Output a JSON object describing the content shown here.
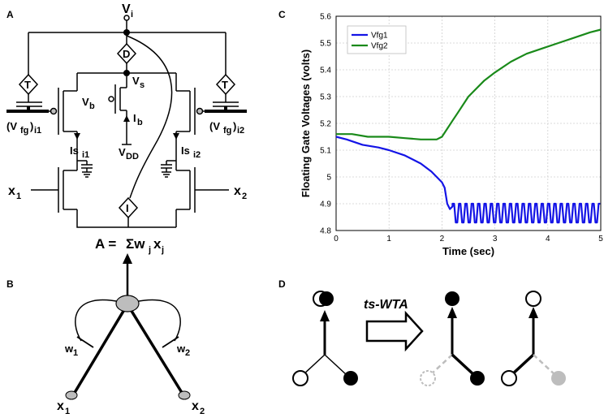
{
  "panels": {
    "A": {
      "letter": "A",
      "labels": {
        "vi": "V",
        "vi_sub": "i",
        "vs": "V",
        "vs_sub": "s",
        "vb": "V",
        "vb_sub": "b",
        "ib": "I",
        "ib_sub": "b",
        "vdd": "V",
        "vdd_sub": "DD",
        "vfg_i1": "(V",
        "vfg_i1_sub": "fg",
        "vfg_i1_tail": ")",
        "vfg_i1_tail_sub": "i1",
        "vfg_i2": "(V",
        "vfg_i2_sub": "fg",
        "vfg_i2_tail": ")",
        "vfg_i2_tail_sub": "i2",
        "is_i1": "Is",
        "is_i1_sub": "i1",
        "is_i2": "Is",
        "is_i2_sub": "i2",
        "x1": "x",
        "x1_sub": "1",
        "x2": "x",
        "x2_sub": "2",
        "d_box": "D",
        "t_box_left": "T",
        "t_box_right": "T",
        "i_box": "I"
      }
    },
    "B": {
      "letter": "B",
      "formula_a": "A =",
      "formula_sum": "Σw",
      "formula_j1": "j",
      "formula_x": "x",
      "formula_j2": "j",
      "w1": "w",
      "w1_sub": "1",
      "w2": "w",
      "w2_sub": "2",
      "x1": "x",
      "x1_sub": "1",
      "x2": "x",
      "x2_sub": "2"
    },
    "C": {
      "letter": "C"
    },
    "D": {
      "letter": "D",
      "arrow_label": "ts-WTA"
    }
  },
  "colors": {
    "vfg1": "#1414e6",
    "vfg2": "#1a8a1a",
    "node_gray": "#bdbdbd",
    "dashed_gray": "#bdbdbd"
  },
  "chart_data": {
    "type": "line",
    "xlabel": "Time (sec)",
    "ylabel": "Floating Gate Voltages (volts)",
    "xlim": [
      0,
      5
    ],
    "ylim": [
      4.8,
      5.6
    ],
    "xticks": [
      "0",
      "1",
      "2",
      "3",
      "4",
      "5"
    ],
    "yticks": [
      "4.8",
      "4.9",
      "5",
      "5.1",
      "5.2",
      "5.3",
      "5.4",
      "5.5",
      "5.6"
    ],
    "grid": true,
    "legend_position": "top-left",
    "series": [
      {
        "name": "Vfg1",
        "color": "#1414e6",
        "x": [
          0,
          0.2,
          0.5,
          0.8,
          1.0,
          1.3,
          1.6,
          1.8,
          1.9,
          2.0,
          2.05,
          2.1,
          2.15,
          2.2
        ],
        "y": [
          5.15,
          5.14,
          5.12,
          5.11,
          5.1,
          5.08,
          5.05,
          5.02,
          5.0,
          4.98,
          4.96,
          4.9,
          4.88,
          4.89
        ],
        "oscillation": {
          "start": 2.2,
          "end": 5.0,
          "period": 0.12,
          "high": 4.9,
          "low": 4.83
        }
      },
      {
        "name": "Vfg2",
        "color": "#1a8a1a",
        "x": [
          0,
          0.3,
          0.6,
          1.0,
          1.3,
          1.6,
          1.9,
          2.0,
          2.1,
          2.2,
          2.3,
          2.5,
          2.8,
          3.0,
          3.3,
          3.6,
          3.9,
          4.2,
          4.5,
          4.8,
          5.0
        ],
        "y": [
          5.16,
          5.16,
          5.15,
          5.15,
          5.145,
          5.14,
          5.14,
          5.15,
          5.18,
          5.21,
          5.24,
          5.3,
          5.36,
          5.39,
          5.43,
          5.46,
          5.48,
          5.5,
          5.52,
          5.54,
          5.55
        ]
      }
    ]
  }
}
